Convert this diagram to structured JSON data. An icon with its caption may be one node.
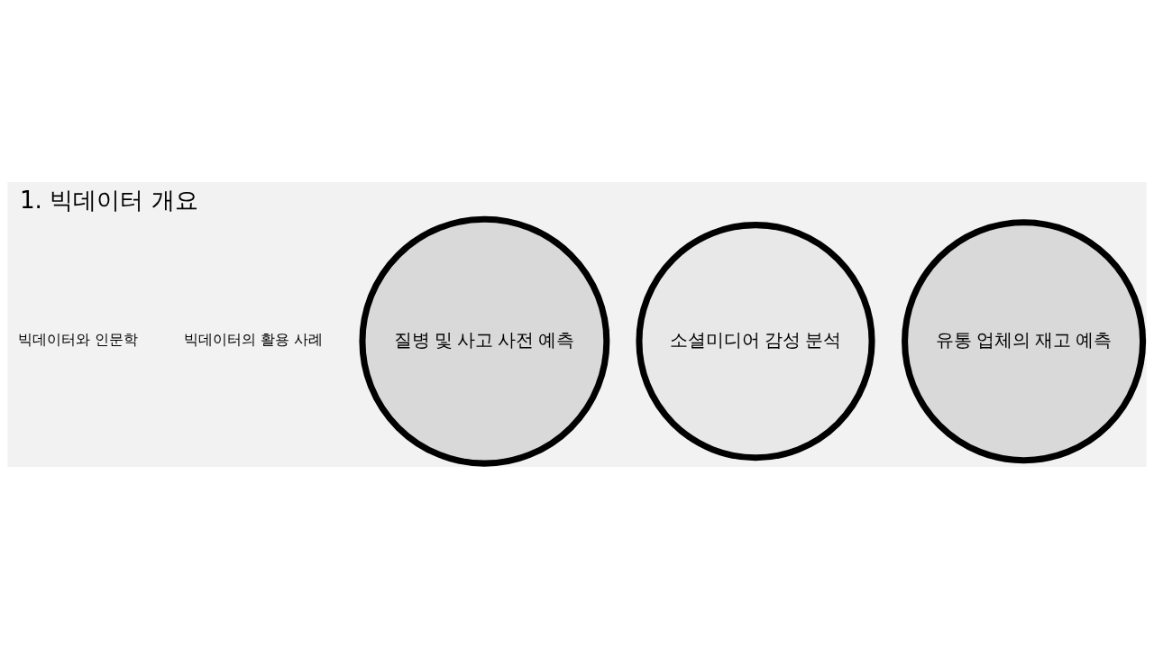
{
  "diagram": {
    "title": "1. 빅데이터 개요",
    "nodes": [
      {
        "text": [
          "질병 및 사고 사전 예측"
        ]
      },
      {
        "text": [
          "소셜미디어 감성 분석"
        ]
      },
      {
        "text": [
          "유통 업체의 재고 예측"
        ]
      }
    ],
    "edges": [],
    "labels": [
      "빅데이터와 인문학",
      "빅데이터의 활용 사례"
    ]
  }
}
